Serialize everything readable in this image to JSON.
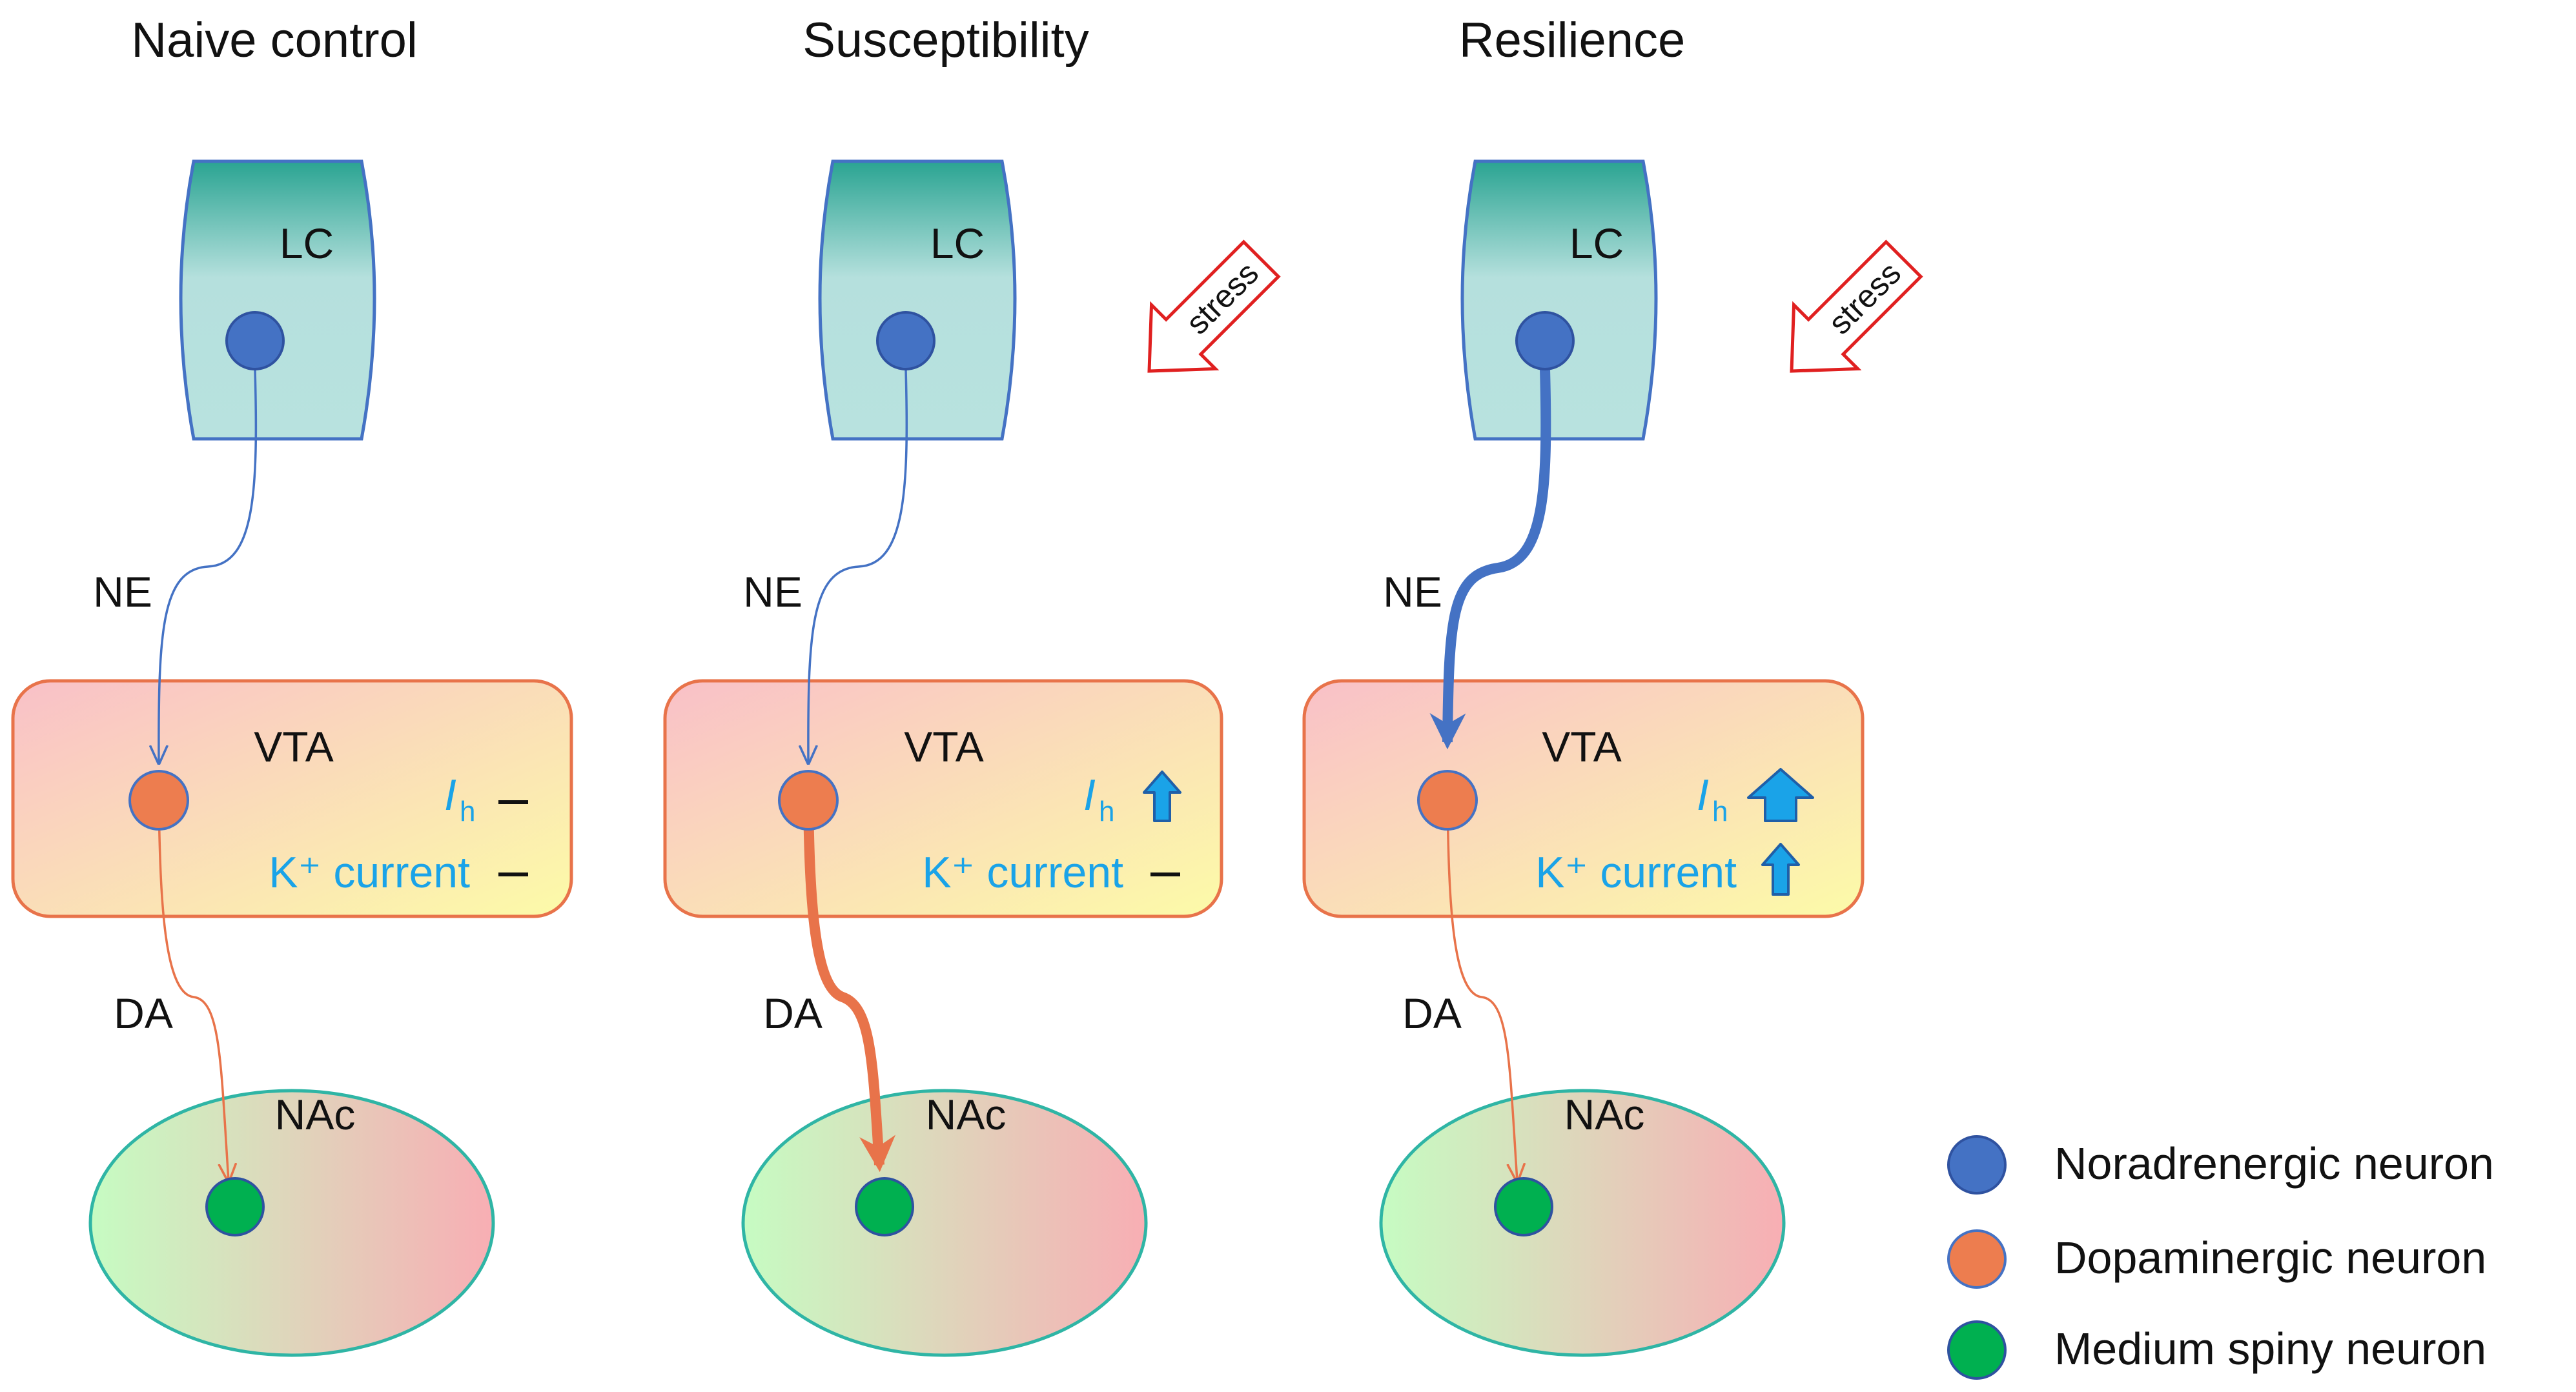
{
  "panels": [
    {
      "title": "Naive control",
      "lc": "LC",
      "ne": "NE",
      "vta": "VTA",
      "ih": "I",
      "ih_sub": "h",
      "k_current": "K⁺ current",
      "ih_change": "none",
      "k_change": "none",
      "da": "DA",
      "nac": "NAc",
      "stress": ""
    },
    {
      "title": "Susceptibility",
      "lc": "LC",
      "ne": "NE",
      "vta": "VTA",
      "ih": "I",
      "ih_sub": "h",
      "k_current": "K⁺ current",
      "ih_change": "increase",
      "k_change": "none",
      "da": "DA",
      "nac": "NAc",
      "stress": "stress"
    },
    {
      "title": "Resilience",
      "lc": "LC",
      "ne": "NE",
      "vta": "VTA",
      "ih": "I",
      "ih_sub": "h",
      "k_current": "K⁺ current",
      "ih_change": "large-increase",
      "k_change": "increase",
      "da": "DA",
      "nac": "NAc",
      "stress": "stress"
    }
  ],
  "legend": [
    {
      "label": "Noradrenergic neuron",
      "color": "#4472c4"
    },
    {
      "label": "Dopaminergic neuron",
      "color": "#ed7d4f"
    },
    {
      "label": "Medium spiny neuron",
      "color": "#00b050"
    }
  ],
  "colors": {
    "ne_pathway": "#4472c4",
    "da_pathway": "#e8734a",
    "current_text": "#1aa3e8",
    "stress_arrow": "#e02020"
  }
}
